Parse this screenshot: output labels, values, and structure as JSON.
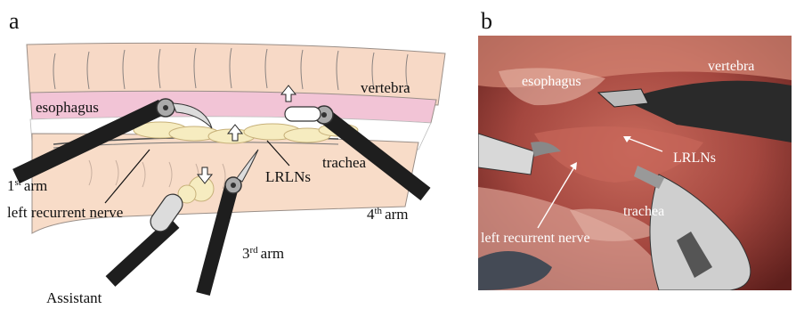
{
  "panels": {
    "a": {
      "letter": "a",
      "labels": {
        "esophagus": "esophagus",
        "vertebra": "vertebra",
        "trachea": "trachea",
        "lrlns": "LRLNs",
        "left_recurrent_nerve": "left recurrent nerve",
        "assistant": "Assistant"
      },
      "arms": [
        {
          "num": "1",
          "sup": "st",
          "word": "arm"
        },
        {
          "num": "3",
          "sup": "rd",
          "word": "arm"
        },
        {
          "num": "4",
          "sup": "th",
          "word": "arm"
        }
      ]
    },
    "b": {
      "letter": "b",
      "labels": {
        "esophagus": "esophagus",
        "vertebra": "vertebra",
        "lrlns": "LRLNs",
        "trachea": "trachea",
        "left_recurrent_nerve": "left recurrent nerve"
      }
    }
  },
  "colors": {
    "vertebra": "#f7d9c6",
    "esophagus": "#f2c4d6",
    "trachea": "#f8dcc8",
    "lymph_nodes": "#f6ecc0",
    "instrument": "#3a3a3a",
    "photo_tissue": "#b5574d"
  }
}
